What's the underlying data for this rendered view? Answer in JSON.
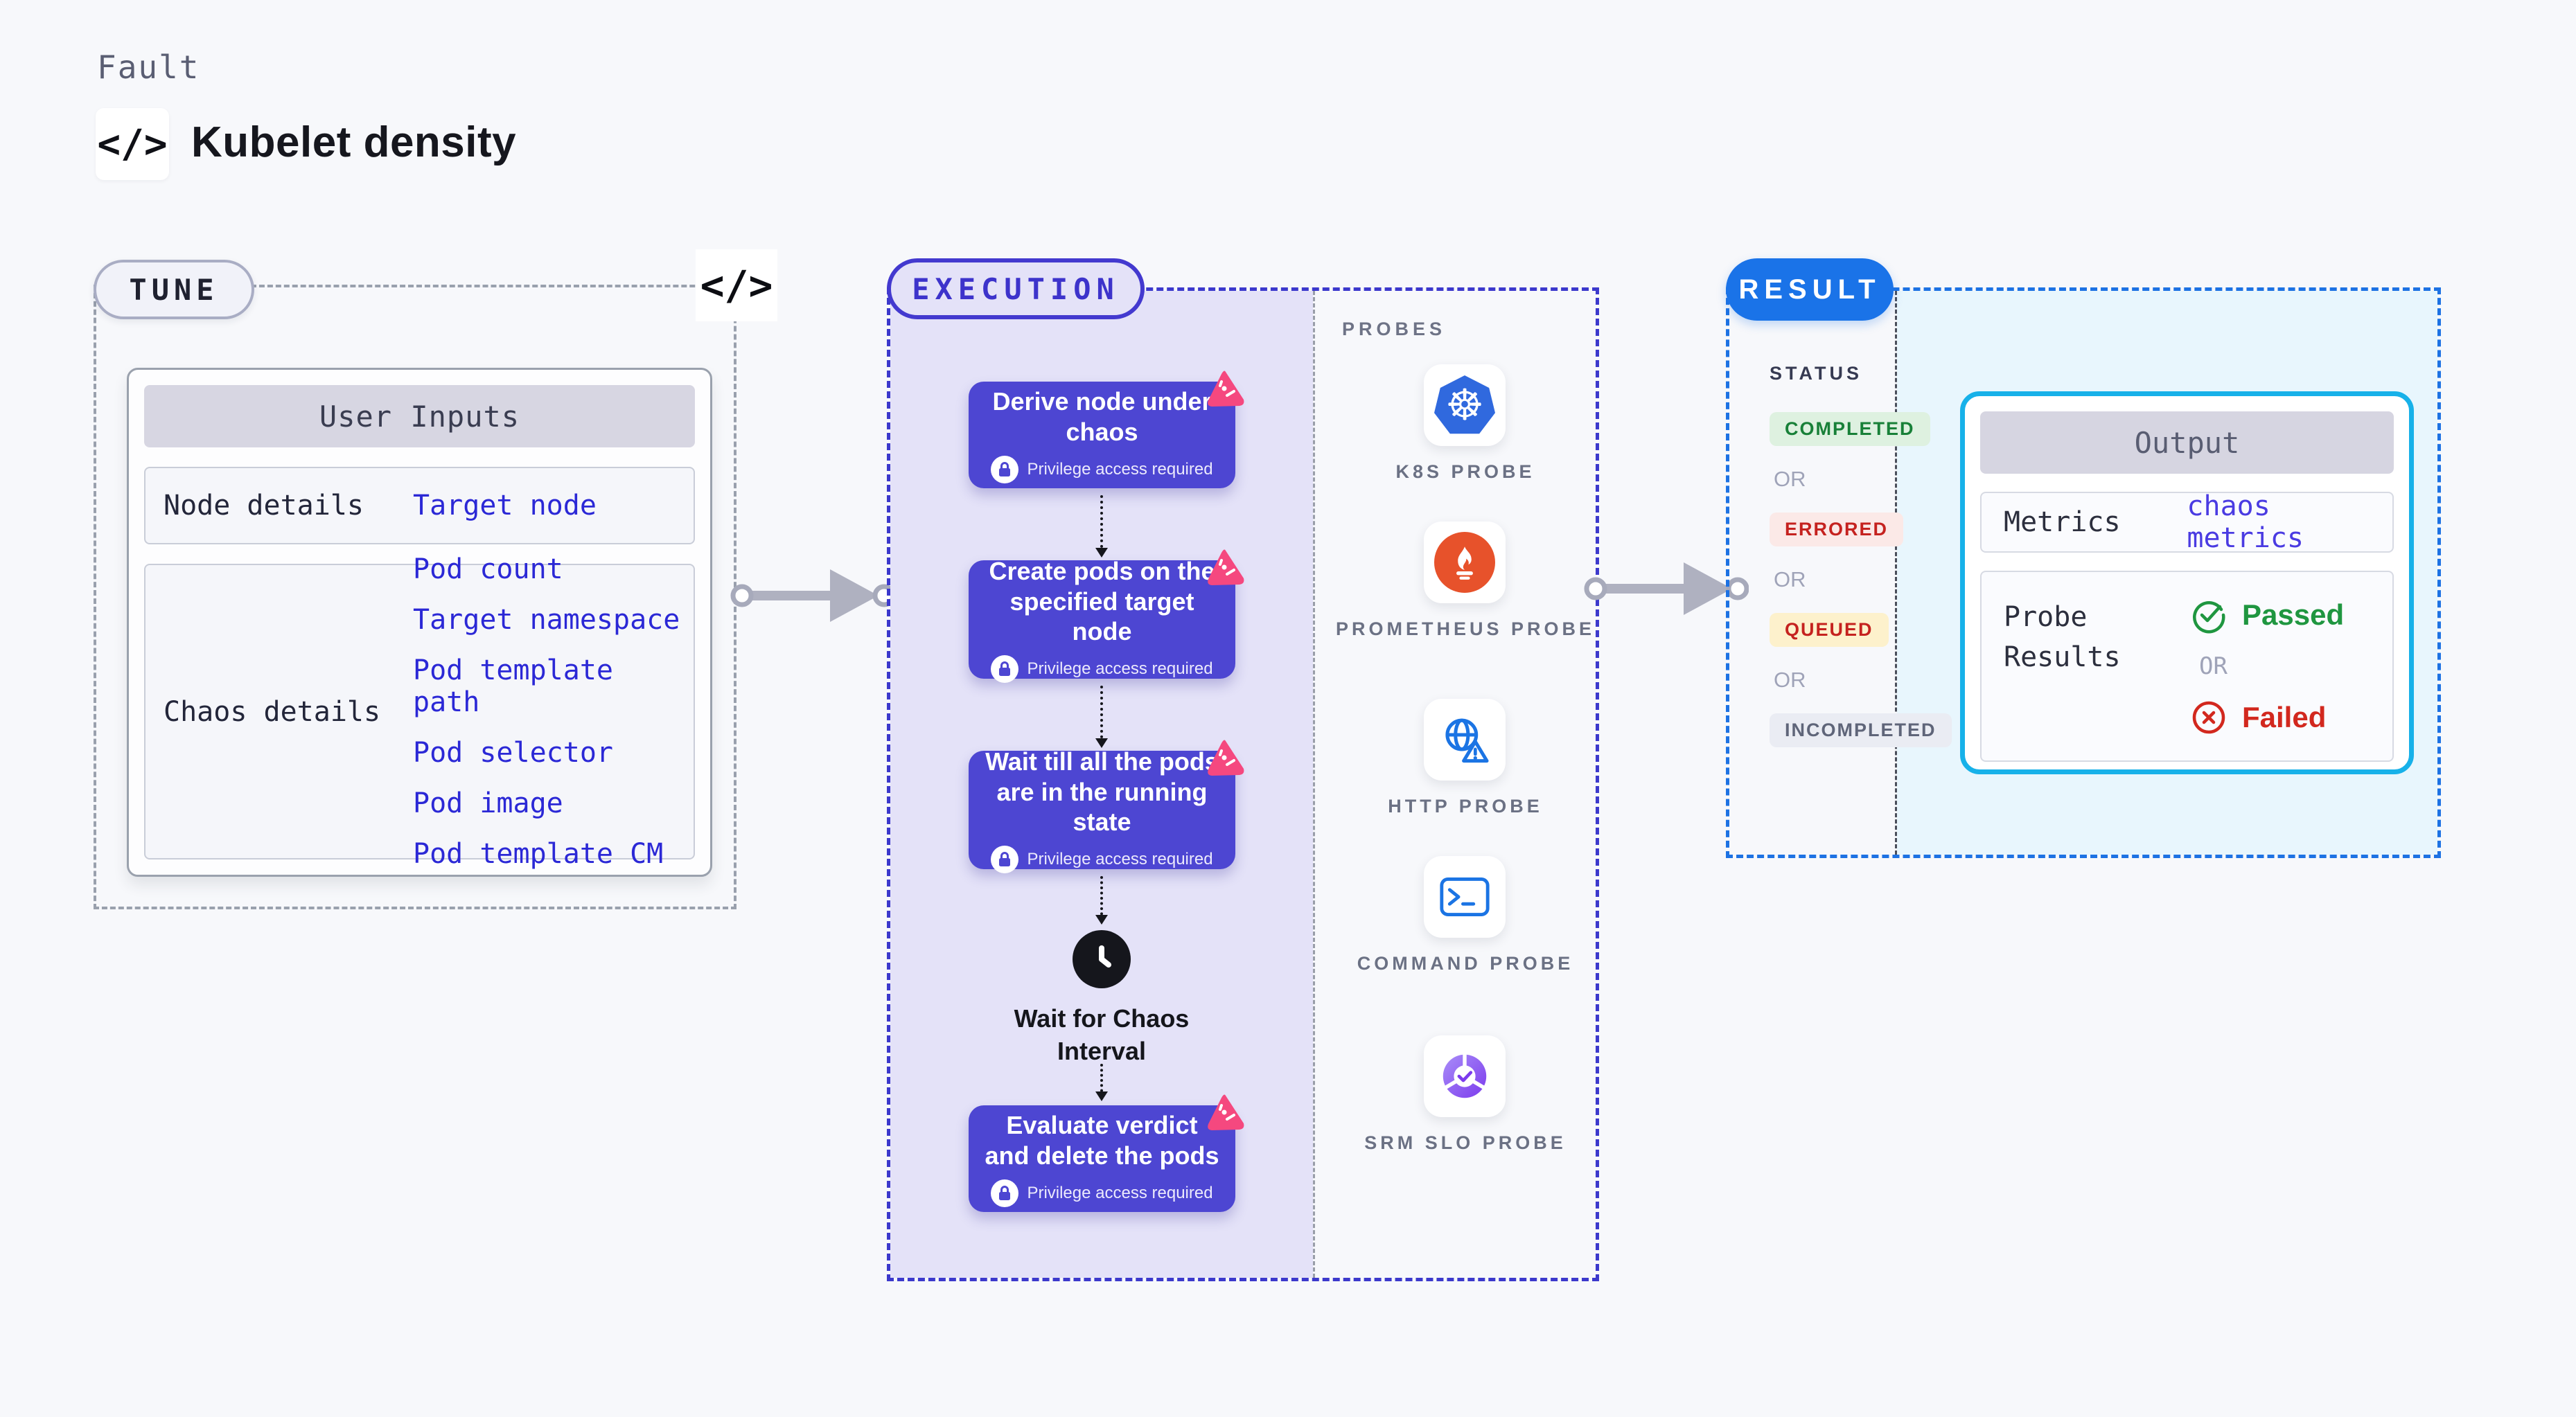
{
  "header": {
    "kicker": "Fault",
    "title": "Kubelet density"
  },
  "icons": {
    "code_glyph": "</>"
  },
  "tune": {
    "badge_label": "TUNE",
    "user_inputs": {
      "title": "User Inputs",
      "rows": [
        {
          "label": "Node details",
          "links": [
            "Target node"
          ]
        },
        {
          "label": "Chaos details",
          "links": [
            "Pod count",
            "Target namespace",
            "Pod template path",
            "Pod selector",
            "Pod image",
            "Pod template CM"
          ]
        }
      ]
    }
  },
  "execution": {
    "badge_label": "EXECUTION",
    "privilege_note": "Privilege access required",
    "steps": [
      {
        "title": "Derive node under chaos"
      },
      {
        "title": "Create pods on the specified target node"
      },
      {
        "title": "Wait till all the pods are in the running state"
      },
      {
        "title": "Evaluate verdict and delete the pods"
      }
    ],
    "wait_label": "Wait for Chaos Interval"
  },
  "probes": {
    "label": "PROBES",
    "items": [
      {
        "name": "K8S PROBE"
      },
      {
        "name": "PROMETHEUS PROBE"
      },
      {
        "name": "HTTP PROBE"
      },
      {
        "name": "COMMAND PROBE"
      },
      {
        "name": "SRM SLO PROBE"
      }
    ]
  },
  "result": {
    "badge_label": "RESULT",
    "status_label": "STATUS",
    "or_label": "OR",
    "statuses": [
      {
        "label": "COMPLETED"
      },
      {
        "label": "ERRORED"
      },
      {
        "label": "QUEUED"
      },
      {
        "label": "INCOMPLETED"
      }
    ],
    "output": {
      "title": "Output",
      "metrics_label": "Metrics",
      "metrics_value": "chaos metrics",
      "probe_results_label": "Probe Results",
      "passed_label": "Passed",
      "failed_label": "Failed"
    }
  },
  "colors": {
    "page_bg": "#f7f8fb",
    "step_indigo": "#4d46d2",
    "execution_border": "#3c39cc",
    "execution_panel": "#e4e2f8",
    "result_blue": "#1a73e8",
    "output_border": "#17b1e9",
    "output_panel_bg": "#e8f6fd",
    "link_blue": "#2b28d6",
    "chaos_pink": "#f5487f",
    "passed_green": "#1f9640",
    "failed_red": "#d2281e",
    "queued_yellow_bg": "#fdf1cc",
    "completed_green_bg": "#def1e0",
    "errored_red_bg": "#fbe9e7",
    "incompleted_gray_bg": "#eaecf3",
    "arrow_gray": "#afb1c0"
  }
}
